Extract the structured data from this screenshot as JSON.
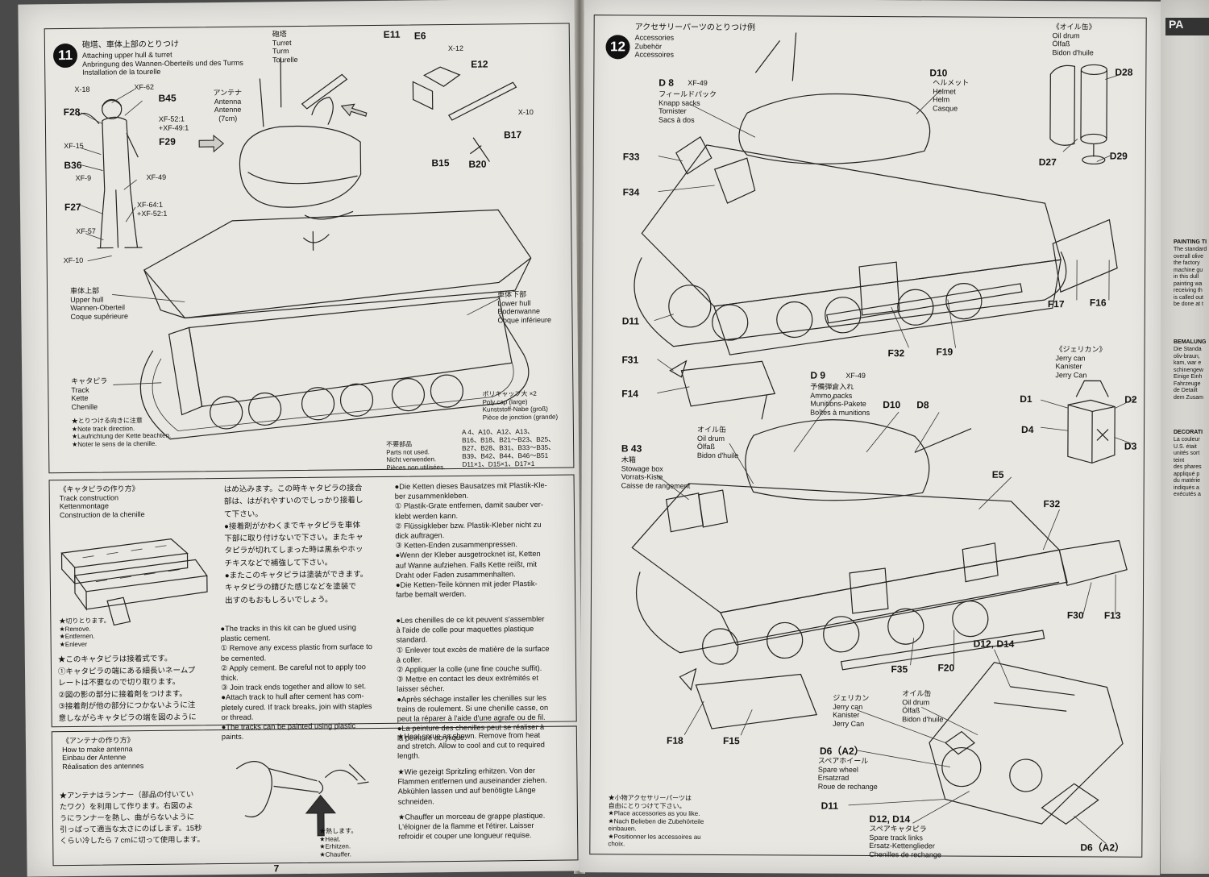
{
  "left": {
    "page_number": "7",
    "step11": {
      "number": "11",
      "title_jp": "砲塔、車体上部のとりつけ",
      "title_multi": "Attaching upper hull & turret\nAnbringung des Wannen-Oberteils und des Turms\nInstallation de la tourelle",
      "turret_label": "砲塔\nTurret\nTurm\nTourelle",
      "antenna_label": "アンテナ\nAntenna\nAntenne\n(7cm)",
      "upper_hull_label": "車体上部\nUpper hull\nWannen-Oberteil\nCoque supérieure",
      "lower_hull_label": "車体下部\nLower hull\nBodenwanne\nCoque inférieure",
      "track_label": "キャタピラ\nTrack\nKette\nChenille",
      "track_note": "★とりつける向きに注意\n★Note track direction.\n★Laufrichtung der Kette beachten.\n★Noter le sens de la chenille.",
      "polycap": "ポリキャップ大 ×2\nPoly cap (large)\nKunststoff-Nabe (groß)\nPièce de jonction (grande)",
      "unused_label": "不要部品\nParts not used.\nNicht verwenden.\nPièces non utilisées.",
      "unused_parts": "A 4、A10、A12、A13、\nB16、B18、B21〜B23、B25、\nB27、B28、B31、B33〜B35、\nB39、B42、B44、B46〜B51\nD11×1、D15×1、D17×1",
      "parts": [
        "E11",
        "E6",
        "X-12",
        "E12",
        "X-10",
        "B17",
        "B15",
        "B20",
        "X-18",
        "XF-62",
        "B45",
        "F28",
        "XF-52:1\n+XF-49:1",
        "XF-15",
        "F29",
        "B36",
        "XF-9",
        "XF-49",
        "F27",
        "XF-64:1\n+XF-52:1",
        "XF-57",
        "XF-10"
      ]
    },
    "track": {
      "title": "《キャタピラの作り方》\nTrack construction\nKettenmontage\nConstruction de la chenille",
      "remove_note": "★切りとります。\n★Remove.\n★Entfernen.\n★Enlever",
      "jp_col1": "★このキャタピラは接着式です。\n①キャタピラの端にある細長いネームプ\nレートは不要なので切り取ります。\n②図の影の部分に接着剤をつけます。\n③接着剤が他の部分につかないように注\n意しながらキャタピラの端を図のように",
      "jp_col2": "はめ込みます。この時キャタピラの接合\n部は、はがれやすいのでしっかり接着し\nて下さい。\n●接着剤がかわくまでキャタピラを車体\n下部に取り付けないで下さい。またキャ\nタピラが切れてしまった時は黒糸やホッ\nチキスなどで補強して下さい。\n●またこのキャタピラは塗装ができます。\nキャタピラの錆びた感じなどを塗装で\n出すのもおもしろいでしょう。",
      "en": "●The tracks in this kit can be glued using\nplastic cement.\n① Remove any excess plastic from surface to\nbe cemented.\n② Apply cement. Be careful not to apply too\nthick.\n③ Join track ends together and allow to set.\n●Attach track to hull after cement has com-\npletely cured. If track breaks, join with staples\nor thread.\n●The tracks can be painted using plastic\npaints.",
      "de": "●Die Ketten dieses Bausatzes mit Plastik-Kle-\nber zusammenkleben.\n① Plastik-Grate entfernen, damit sauber ver-\nklebt werden kann.\n② Flüssigkleber bzw. Plastik-Kleber nicht zu\ndick auftragen.\n③ Ketten-Enden zusammenpressen.\n●Wenn der Kleber ausgetrocknet ist, Ketten\nauf Wanne aufziehen. Falls Kette reißt, mit\nDraht oder Faden zusammenhalten.\n●Die Ketten-Teile können mit jeder Plastik-\nfarbe bemalt werden.",
      "fr": "●Les chenilles de ce kit peuvent s'assembler\nà l'aide de colle pour maquettes plastique\nstandard.\n① Enlever tout excès de matière de la surface\nà coller.\n② Appliquer la colle (une fine couche suffit).\n③ Mettre en contact les deux extrémités et\nlaisser sécher.\n●Après séchage installer les chenilles sur les\ntrains de roulement. Si une chenille casse, on\npeut la réparer à l'aide d'une agrafe ou de fil.\n●La peinture des chenilles peut se réaliser à\nla peinture acrylique."
    },
    "antenna": {
      "title": "《アンテナの作り方》\nHow to make antenna\nEinbau der Antenne\nRéalisation des antennes",
      "jp": "★アンテナはランナー（部品の付いてい\nたワク）を利用して作ります。右図のよ\nうにランナーを熱し、曲がらないように\n引っぱって適当な太さにのばします。15秒\nくらい冷したら 7 cmに切って使用します。",
      "heat": "★熱します。\n★Heat.\n★Erhitzen.\n★Chauffer.",
      "en": "★Heat sprue as shown. Remove from heat\nand stretch. Allow to cool and cut to required\nlength.",
      "de": "★Wie gezeigt Spritzling erhitzen. Von der\nFlammen entfernen und auseinander ziehen.\nAbkühlen lassen und auf benötigte Länge\nschneiden.",
      "fr": "★Chauffer un morceau de grappe plastique.\nL'éloigner de la flamme et l'étirer. Laisser\nrefroidir et couper une longueur requise."
    }
  },
  "right": {
    "step12": {
      "number": "12",
      "title_jp": "アクセサリーパーツのとりつけ例",
      "title_multi": "Accessories\nZubehör\nAccessoires",
      "oil_drum_top": "《オイル缶》\nOil drum\nÖlfaß\nBidon d'huile",
      "d8_label": "D 8",
      "d8_paint": "XF-49",
      "d8_text": "フィールドパック\nKnapp sacks\nTornister\nSacs à dos",
      "d10_label": "D10",
      "d10_text": "ヘルメット\nHelmet\nHelm\nCasque",
      "jerry_top": "《ジェリカン》\nJerry can\nKanister\nJerry Can",
      "d9_label": "D 9",
      "d9_paint": "XF-49",
      "d9_text": "予備弾倉入れ\nAmmo packs\nMunitions-Pakete\nBoîtes à munitions",
      "oil_mid": "オイル缶\nOil drum\nÖlfaß\nBidon d'huile",
      "b43_label": "B 43",
      "b43_text": "木箱\nStowage box\nVorrats-Kiste\nCaisse de rangement",
      "jerry_bottom": "ジェリカン\nJerry can\nKanister\nJerry Can",
      "oil_bottom": "オイル缶\nOil drum\nÖlfaß\nBidon d'huile",
      "spare_wheel": "スペアホイール\nSpare wheel\nErsatzrad\nRoue de rechange",
      "spare_track": "スペアキャタピラ\nSpare track links\nErsatz-Kettenglieder\nChenilles de rechange",
      "note": "★小物アクセサリーパーツは\n自由にとりつけて下さい。\n★Place accessories as you like.\n★Nach Belieben die Zubehörteile\neinbauen.\n★Positionner les accessoires au\nchoix.",
      "parts": [
        "D28",
        "D27",
        "D29",
        "F33",
        "F34",
        "F17",
        "F16",
        "D11",
        "F32",
        "F19",
        "F31",
        "F14",
        "D10",
        "D8",
        "D1",
        "D2",
        "D4",
        "D3",
        "E5",
        "F32",
        "F30",
        "F13",
        "F35",
        "F20",
        "D12, D14",
        "F18",
        "F15",
        "D6（A2）",
        "D11",
        "D12, D14",
        "D6（A2）"
      ]
    }
  },
  "edge": {
    "title": "PA",
    "headings": [
      "PAINTING TI",
      "BEMALUNG",
      "DECORATI"
    ],
    "text_en": "The standard\noverall olive\nthe factory\nmachine gu\nin this dull\npainting wa\nreceiving th\nis called out\nbe done at t",
    "text_de": "Die Standa\noliv-braun,\nkam, war e\nschinengew\nEinige Einh\nFahrzeuge\nde Detailt\ndem Zusam",
    "text_fr": "La couleur\nU.S. était\nunités sort\nteint\ndes phares\nappliqué p\ndu matérie\nindiqués a\nexécutés a"
  }
}
